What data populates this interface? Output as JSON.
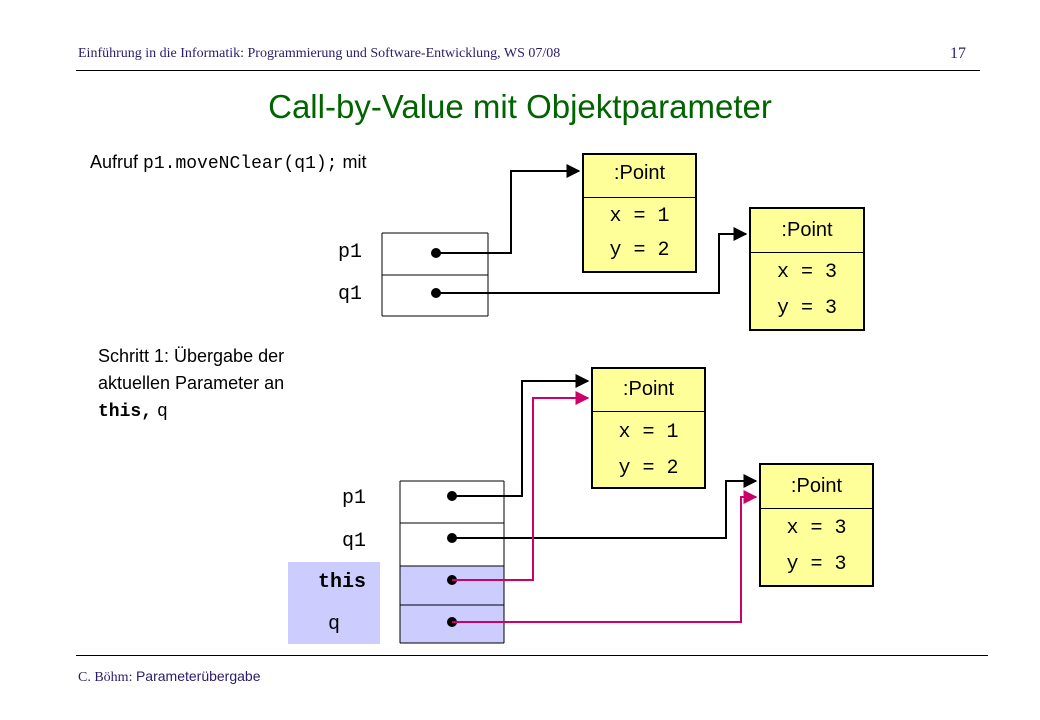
{
  "header": {
    "course": "Einführung in die Informatik: Programmierung und Software-Entwicklung, WS 07/08",
    "page_number": "17"
  },
  "title": "Call-by-Value mit Objektparameter",
  "intro": {
    "prefix": "Aufruf",
    "call": "p1.moveNClear(q1);",
    "suffix": "mit"
  },
  "step1": {
    "line1": "Schritt 1: Übergabe der",
    "line2": "aktuellen Parameter an",
    "line3_keyword": "this,",
    "line3_param": "q"
  },
  "top_diagram": {
    "variables": [
      "p1",
      "q1"
    ],
    "objects": [
      {
        "header": ":Point",
        "x": "x = 1",
        "y": "y = 2"
      },
      {
        "header": ":Point",
        "x": "x = 3",
        "y": "y = 3"
      }
    ]
  },
  "bottom_diagram": {
    "variables": [
      "p1",
      "q1",
      "this",
      "q"
    ],
    "objects": [
      {
        "header": ":Point",
        "x": "x = 1",
        "y": "y = 2"
      },
      {
        "header": ":Point",
        "x": "x = 3",
        "y": "y = 3"
      }
    ]
  },
  "footer": {
    "author": "C. Böhm:",
    "topic": "Parameterübergabe"
  },
  "colors": {
    "title": "#006400",
    "object_fill": "#ffff99",
    "highlight": "#ccccff",
    "new_reference": "#cc0066",
    "text": "#2b1b6b"
  }
}
